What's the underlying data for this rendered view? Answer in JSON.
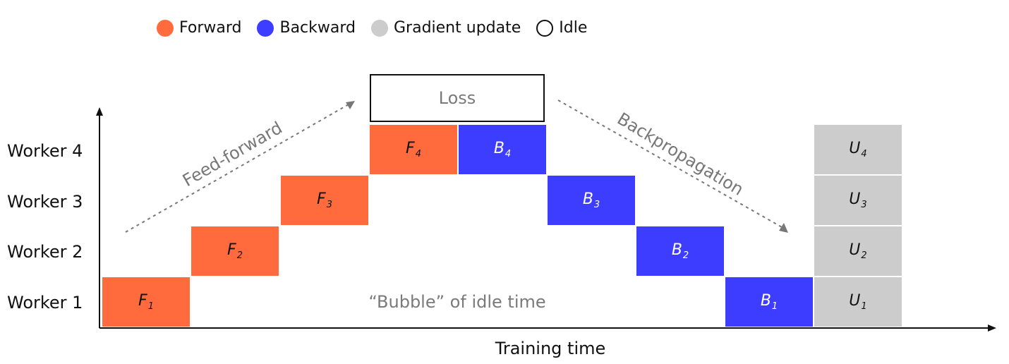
{
  "legend": [
    {
      "label": "Forward",
      "color": "#ff6b3d",
      "outline": false
    },
    {
      "label": "Backward",
      "color": "#3d3dff",
      "outline": false
    },
    {
      "label": "Gradient update",
      "color": "#cccccc",
      "outline": false
    },
    {
      "label": "Idle",
      "color": "#ffffff",
      "outline": true
    }
  ],
  "workers": [
    "Worker 4",
    "Worker 3",
    "Worker 2",
    "Worker 1"
  ],
  "blocks": [
    {
      "kind": "forward",
      "letter": "F",
      "index": "1",
      "worker": 1,
      "slot": 0
    },
    {
      "kind": "forward",
      "letter": "F",
      "index": "2",
      "worker": 2,
      "slot": 1
    },
    {
      "kind": "forward",
      "letter": "F",
      "index": "3",
      "worker": 3,
      "slot": 2
    },
    {
      "kind": "forward",
      "letter": "F",
      "index": "4",
      "worker": 4,
      "slot": 3
    },
    {
      "kind": "backward",
      "letter": "B",
      "index": "4",
      "worker": 4,
      "slot": 4
    },
    {
      "kind": "backward",
      "letter": "B",
      "index": "3",
      "worker": 3,
      "slot": 5
    },
    {
      "kind": "backward",
      "letter": "B",
      "index": "2",
      "worker": 2,
      "slot": 6
    },
    {
      "kind": "backward",
      "letter": "B",
      "index": "1",
      "worker": 1,
      "slot": 7
    },
    {
      "kind": "update",
      "letter": "U",
      "index": "4",
      "worker": 4,
      "slot": 8
    },
    {
      "kind": "update",
      "letter": "U",
      "index": "3",
      "worker": 3,
      "slot": 8
    },
    {
      "kind": "update",
      "letter": "U",
      "index": "2",
      "worker": 2,
      "slot": 8
    },
    {
      "kind": "update",
      "letter": "U",
      "index": "1",
      "worker": 1,
      "slot": 8
    }
  ],
  "colors": {
    "forward": "#ff6b3d",
    "backward": "#3d3dff",
    "update": "#cccccc",
    "forward_text": "#111111",
    "backward_text": "#ffffff",
    "update_text": "#111111"
  },
  "loss_label": "Loss",
  "feed_forward_label": "Feed-forward",
  "backprop_label": "Backpropagation",
  "bubble_label": "“Bubble” of idle time",
  "x_axis_label": "Training time"
}
